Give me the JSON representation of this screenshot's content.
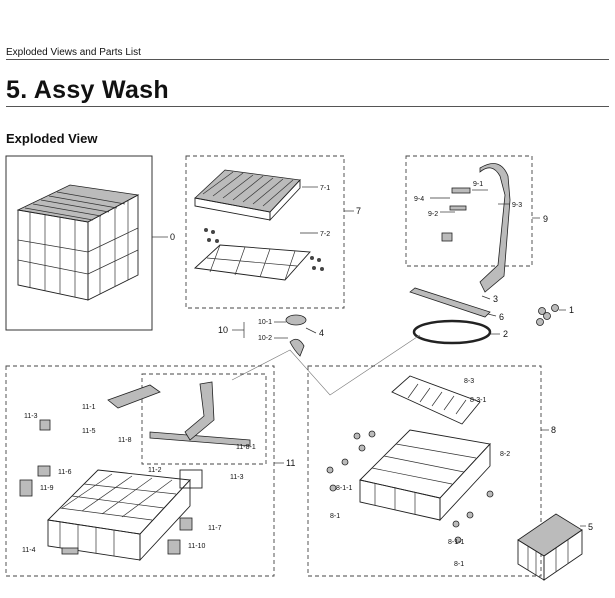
{
  "header": {
    "section": "Exploded Views and Parts List",
    "title": "5.  Assy Wash",
    "subtitle": "Exploded View"
  },
  "callouts": {
    "c0": "0",
    "c7": "7",
    "c7_1": "7-1",
    "c7_2": "7-2",
    "c9": "9",
    "c9_1": "9-1",
    "c9_2": "9-2",
    "c9_3": "9-3",
    "c9_4": "9-4",
    "c3": "3",
    "c6": "6",
    "c1": "1",
    "c2": "2",
    "c4": "4",
    "c10": "10",
    "c10_1": "10-1",
    "c10_2": "10-2",
    "c11": "11",
    "c11_1": "11-1",
    "c11_2": "11-2",
    "c11_3a": "11-3",
    "c11_3b": "11-3",
    "c11_4": "11-4",
    "c11_5": "11-5",
    "c11_6": "11-6",
    "c11_7": "11-7",
    "c11_8": "11-8",
    "c11_8_1": "11-8-1",
    "c11_9": "11-9",
    "c11_10": "11-10",
    "c8": "8",
    "c8_1a": "8-1",
    "c8_1b": "8-1",
    "c8_1_1a": "8-1-1",
    "c8_1_1b": "8-1-1",
    "c8_2": "8-2",
    "c8_3": "8-3",
    "c8_3_1": "8-3-1",
    "c5": "5"
  }
}
